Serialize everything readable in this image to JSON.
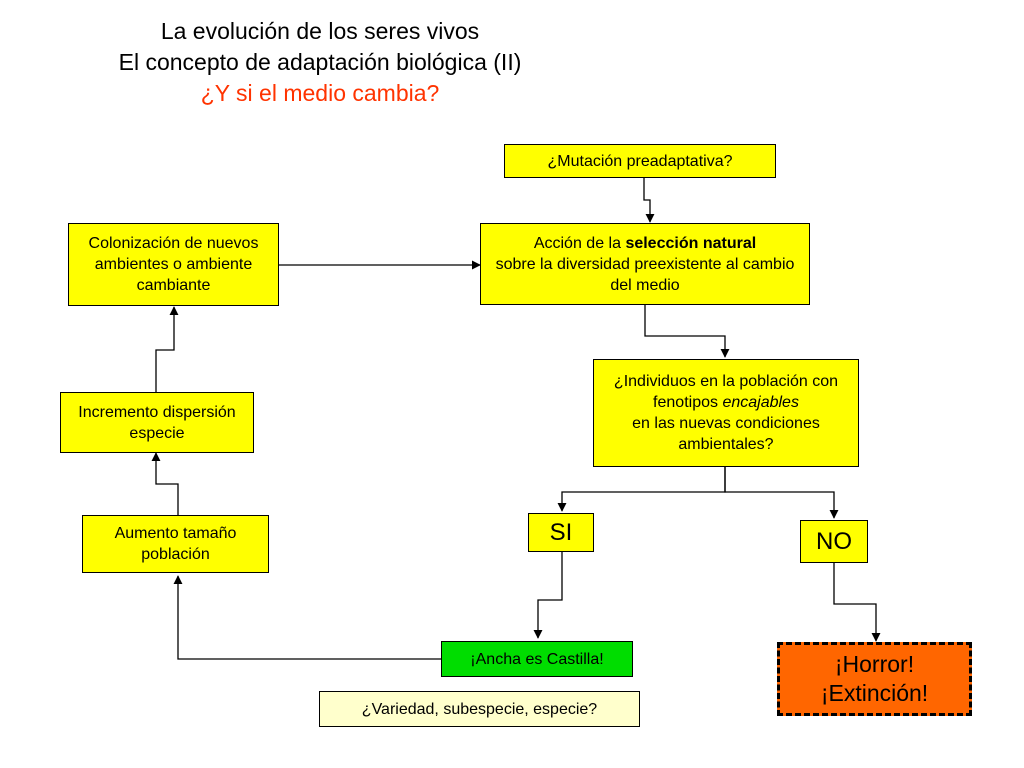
{
  "title": {
    "line1": "La evolución de los seres vivos",
    "line2": "El concepto de adaptación biológica (II)",
    "line3": "¿Y si el medio cambia?"
  },
  "colors": {
    "box_fill": "#ffff00",
    "green_fill": "#00dd00",
    "pale_fill": "#ffffcc",
    "orange_fill": "#ff6600",
    "title_accent": "#ff3300"
  },
  "nodes": {
    "mutacion": "¿Mutación preadaptativa?",
    "seleccion": {
      "pre": "Acción de la ",
      "bold": "selección natural",
      "post": "sobre la diversidad preexistente al cambio del medio"
    },
    "colonizacion": "Colonización de nuevos ambientes o ambiente cambiante",
    "individuos": {
      "pre": "¿Individuos en la población con fenotipos ",
      "italic": "encajables",
      "post": "en las nuevas condiciones ambientales?"
    },
    "incremento": "Incremento dispersión especie",
    "aumento": "Aumento tamaño población",
    "si": "SI",
    "no": "NO",
    "ancha": "¡Ancha es Castilla!",
    "horror_line1": "¡Horror!",
    "horror_line2": "¡Extinción!",
    "variedad": "¿Variedad, subespecie, especie?"
  }
}
